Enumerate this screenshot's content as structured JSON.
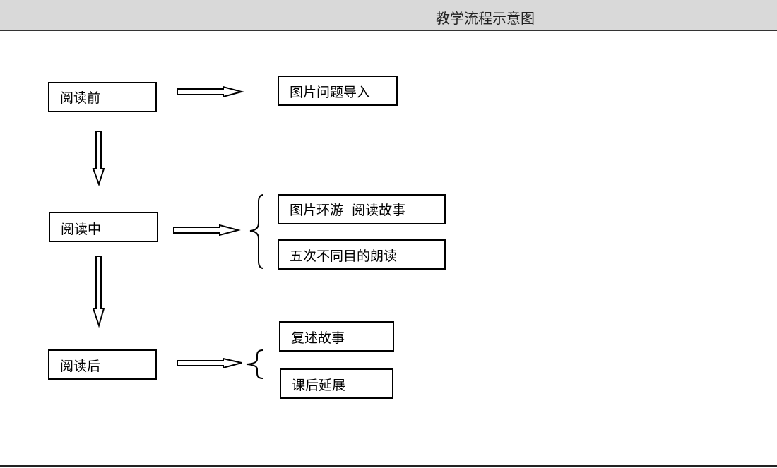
{
  "header": {
    "title": "教学流程示意图"
  },
  "stages": [
    {
      "label": "阅读前"
    },
    {
      "label": "阅读中"
    },
    {
      "label": "阅读后"
    }
  ],
  "activities": {
    "before": [
      "图片问题导入"
    ],
    "during": [
      "图片环游  阅读故事",
      "五次不同目的朗读"
    ],
    "after": [
      "复述故事",
      "课后延展"
    ]
  }
}
